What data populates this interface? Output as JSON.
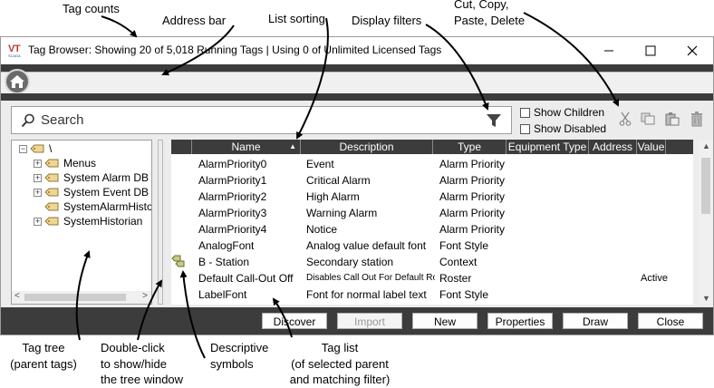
{
  "annotations": {
    "tag_counts": "Tag counts",
    "address_bar": "Address bar",
    "list_sorting": "List sorting",
    "display_filters": "Display filters",
    "edit_actions_1": "Cut, Copy,",
    "edit_actions_2": "Paste, Delete",
    "tag_tree_1": "Tag tree",
    "tag_tree_2": "(parent tags)",
    "double_click_1": "Double-click",
    "double_click_2": "to show/hide",
    "double_click_3": "the tree window",
    "symbols_1": "Descriptive",
    "symbols_2": "symbols",
    "tag_list_1": "Tag list",
    "tag_list_2": "(of selected parent",
    "tag_list_3": "and matching filter)"
  },
  "window": {
    "logo_text": "VT",
    "logo_subtext": "SCADA",
    "title": "Tag Browser: Showing 20 of 5,018 Running Tags | Using 0 of Unlimited Licensed Tags",
    "minimize_icon": "minimize-icon",
    "maximize_icon": "maximize-icon",
    "close_icon": "close-icon"
  },
  "search": {
    "placeholder": "Search",
    "show_children_label": "Show Children",
    "show_children_checked": false,
    "show_disabled_label": "Show Disabled",
    "show_disabled_checked": false
  },
  "tree": {
    "root": "\\",
    "items": [
      {
        "label": "Menus",
        "expandable": true
      },
      {
        "label": "System Alarm DB",
        "expandable": true
      },
      {
        "label": "System Event DB",
        "expandable": true
      },
      {
        "label": "SystemAlarmHisto",
        "expandable": false
      },
      {
        "label": "SystemHistorian",
        "expandable": true
      }
    ]
  },
  "columns": [
    "Name",
    "Description",
    "Type",
    "Equipment Type",
    "Address",
    "Value"
  ],
  "sort_column": "Name",
  "rows": [
    {
      "name": "AlarmPriority0",
      "description": "Event",
      "type": "Alarm Priority",
      "equipment_type": "",
      "address": "",
      "value": "",
      "symbol": ""
    },
    {
      "name": "AlarmPriority1",
      "description": "Critical Alarm",
      "type": "Alarm Priority",
      "equipment_type": "",
      "address": "",
      "value": "",
      "symbol": ""
    },
    {
      "name": "AlarmPriority2",
      "description": "High Alarm",
      "type": "Alarm Priority",
      "equipment_type": "",
      "address": "",
      "value": "",
      "symbol": ""
    },
    {
      "name": "AlarmPriority3",
      "description": "Warning Alarm",
      "type": "Alarm Priority",
      "equipment_type": "",
      "address": "",
      "value": "",
      "symbol": ""
    },
    {
      "name": "AlarmPriority4",
      "description": "Notice",
      "type": "Alarm Priority",
      "equipment_type": "",
      "address": "",
      "value": "",
      "symbol": ""
    },
    {
      "name": "AnalogFont",
      "description": "Analog value default font",
      "type": "Font Style",
      "equipment_type": "",
      "address": "",
      "value": "",
      "symbol": ""
    },
    {
      "name": "B - Station",
      "description": "Secondary station",
      "type": "Context",
      "equipment_type": "",
      "address": "",
      "value": "",
      "symbol": "context-tags-icon"
    },
    {
      "name": "Default Call-Out Off",
      "description": "Disables Call Out For Default Roster",
      "type": "Roster",
      "equipment_type": "",
      "address": "",
      "value": "Active",
      "symbol": ""
    },
    {
      "name": "LabelFont",
      "description": "Font for normal label text",
      "type": "Font Style",
      "equipment_type": "",
      "address": "",
      "value": "",
      "symbol": ""
    }
  ],
  "buttons": {
    "discover": "Discover",
    "import": "Import",
    "new": "New",
    "properties": "Properties",
    "draw": "Draw",
    "close": "Close"
  },
  "colors": {
    "dark_bar": "#3c3c3c",
    "panel": "#ececec",
    "logo_red": "#c0392b"
  }
}
